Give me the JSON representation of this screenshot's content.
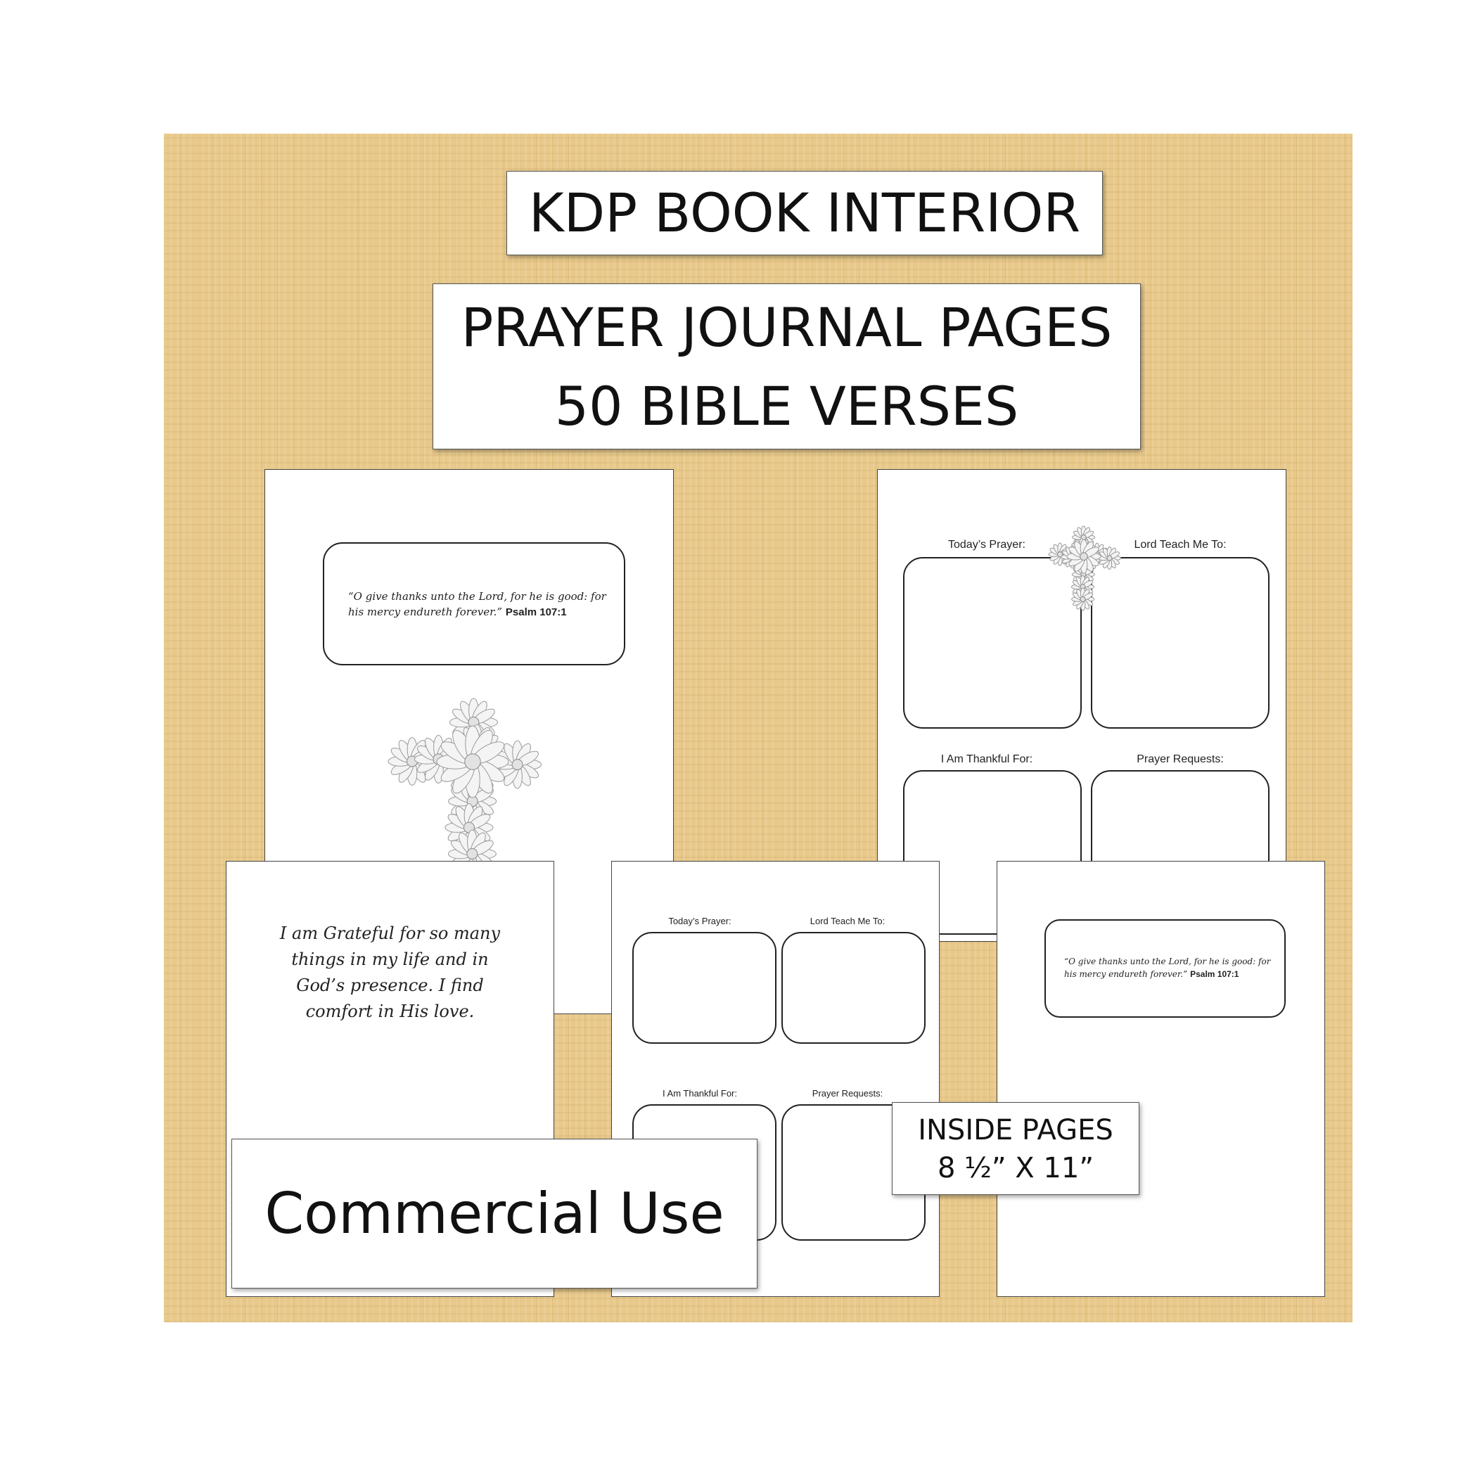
{
  "banner": {
    "title": "KDP BOOK INTERIOR",
    "subtitle_line1": "PRAYER JOURNAL PAGES",
    "subtitle_line2": "50 BIBLE VERSES"
  },
  "verse": {
    "text": "“O give thanks unto the Lord, for he is good: for his mercy endureth forever.”",
    "ref": "Psalm 107:1"
  },
  "sections": {
    "todays_prayer": "Today’s Prayer:",
    "lord_teach": "Lord Teach Me To:",
    "thankful": "I Am Thankful For:",
    "requests": "Prayer Requests:"
  },
  "grateful": "I am Grateful for so many things in my life and in God’s presence.  I find comfort in His love.",
  "inside": {
    "line1": "INSIDE PAGES",
    "line2": "8 ½” X 11”"
  },
  "commercial": "Commercial Use",
  "colors": {
    "background": "#e8c98a",
    "page": "#ffffff",
    "ink": "#111111"
  },
  "icons": [
    "flower-cross-icon"
  ]
}
